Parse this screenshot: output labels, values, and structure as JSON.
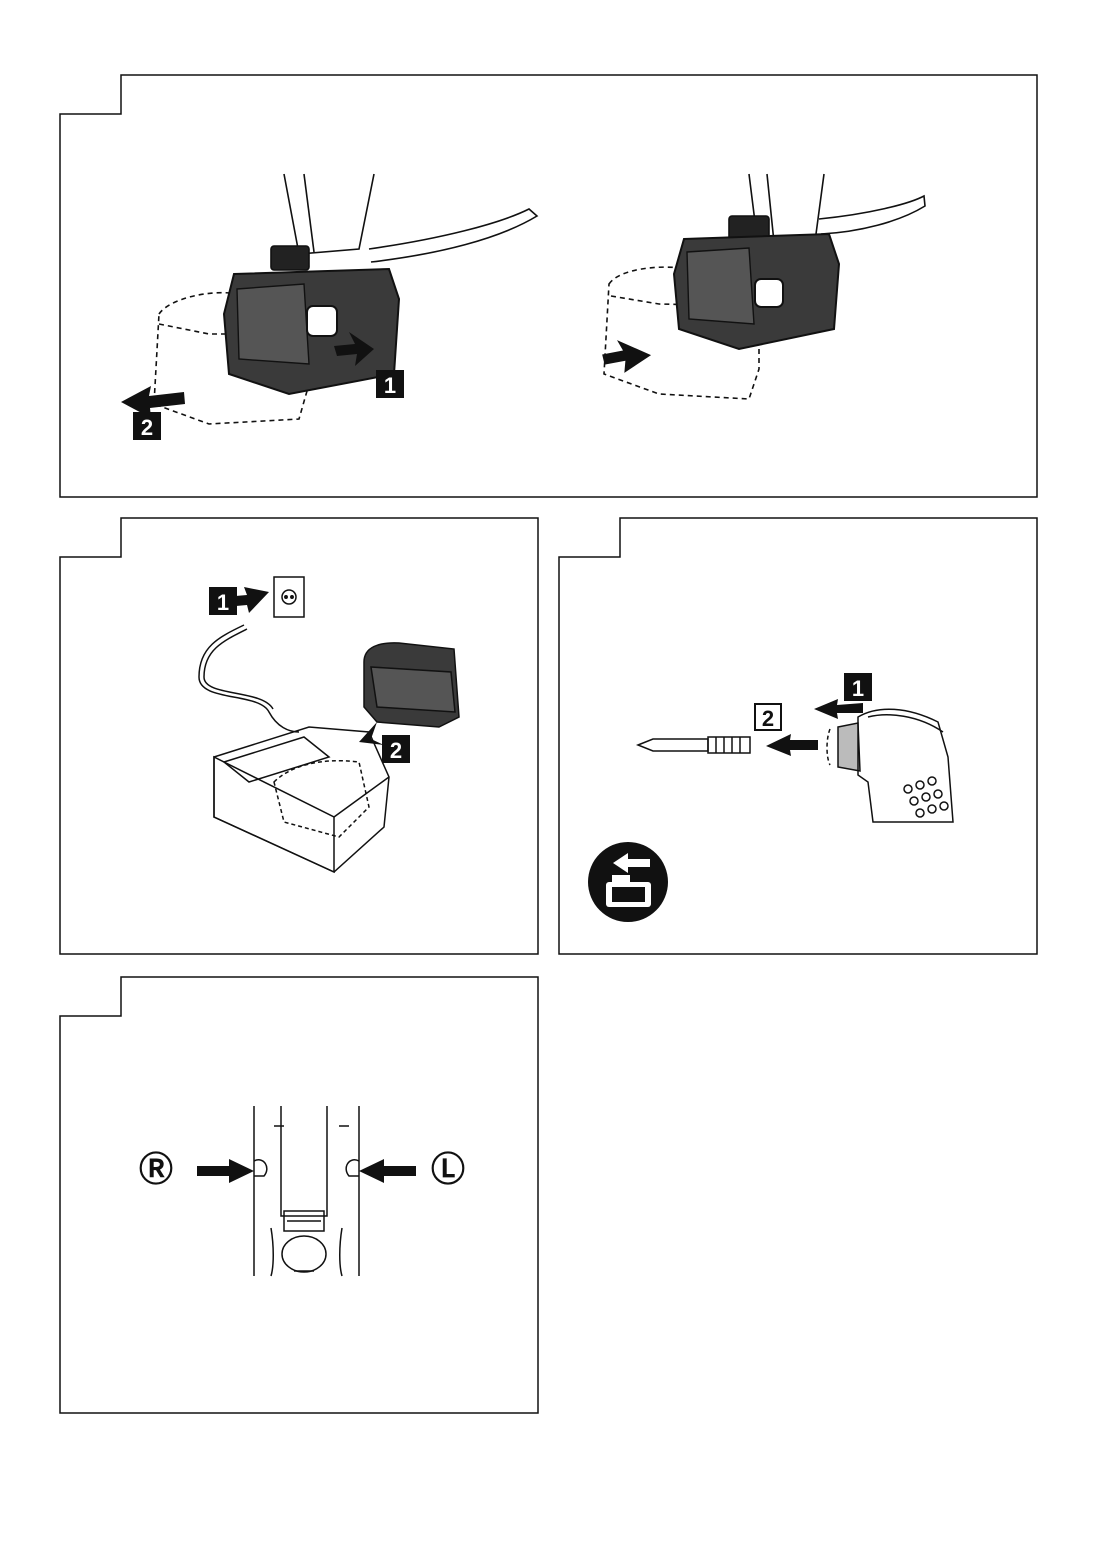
{
  "panels": [
    {
      "id": "battery-removal-insertion",
      "badges": {
        "press": "1",
        "pull": "2"
      }
    },
    {
      "id": "charger",
      "badges": {
        "plug": "1",
        "insert": "2"
      }
    },
    {
      "id": "bit-install",
      "badges": {
        "pull_sleeve": "1",
        "insert_bit": "2"
      },
      "icons": [
        "remove-battery-icon"
      ]
    },
    {
      "id": "direction-switch",
      "labels": {
        "right": "Ⓡ",
        "left": "Ⓛ"
      }
    }
  ],
  "colors": {
    "line": "#111111",
    "housing": "#333333",
    "background": "#ffffff"
  }
}
